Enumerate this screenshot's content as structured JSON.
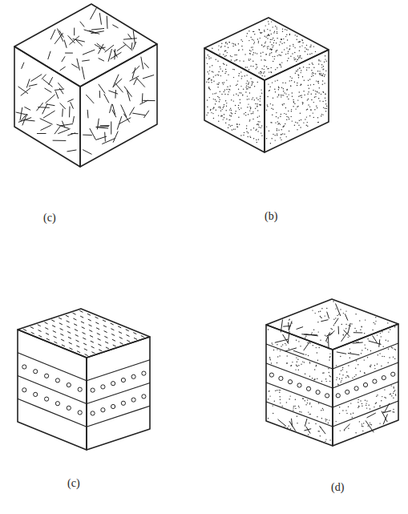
{
  "diagram": {
    "labels": [
      "(c)",
      "(b)",
      "(c)",
      "(d)"
    ]
  }
}
